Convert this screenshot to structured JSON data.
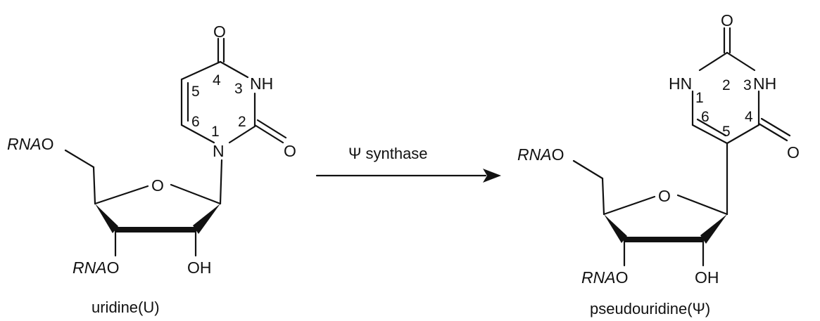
{
  "uridine": {
    "atoms": {
      "o4": "O",
      "n3": "NH",
      "n1": "N",
      "o2": "O",
      "ring_o": "O",
      "oh": "OH",
      "o5_rna": "RNA",
      "o5_o": "O",
      "o3_rna": "RNA",
      "o3_o": "O"
    },
    "numbers": {
      "n4": "4",
      "n3": "3",
      "n5": "5",
      "n2": "2",
      "n6": "6",
      "n1": "1"
    },
    "caption": "uridine(U)"
  },
  "reaction": {
    "label": "Ψ synthase"
  },
  "pseudouridine": {
    "atoms": {
      "o2": "O",
      "hn1": "HN",
      "n3": "NH",
      "o4": "O",
      "ring_o": "O",
      "oh": "OH",
      "o5_rna": "RNA",
      "o5_o": "O",
      "o3_rna": "RNA",
      "o3_o": "O"
    },
    "numbers": {
      "n1": "1",
      "n2": "2",
      "n3": "3",
      "n6": "6",
      "n4": "4",
      "n5": "5"
    },
    "caption": "pseudouridine(Ψ)"
  }
}
